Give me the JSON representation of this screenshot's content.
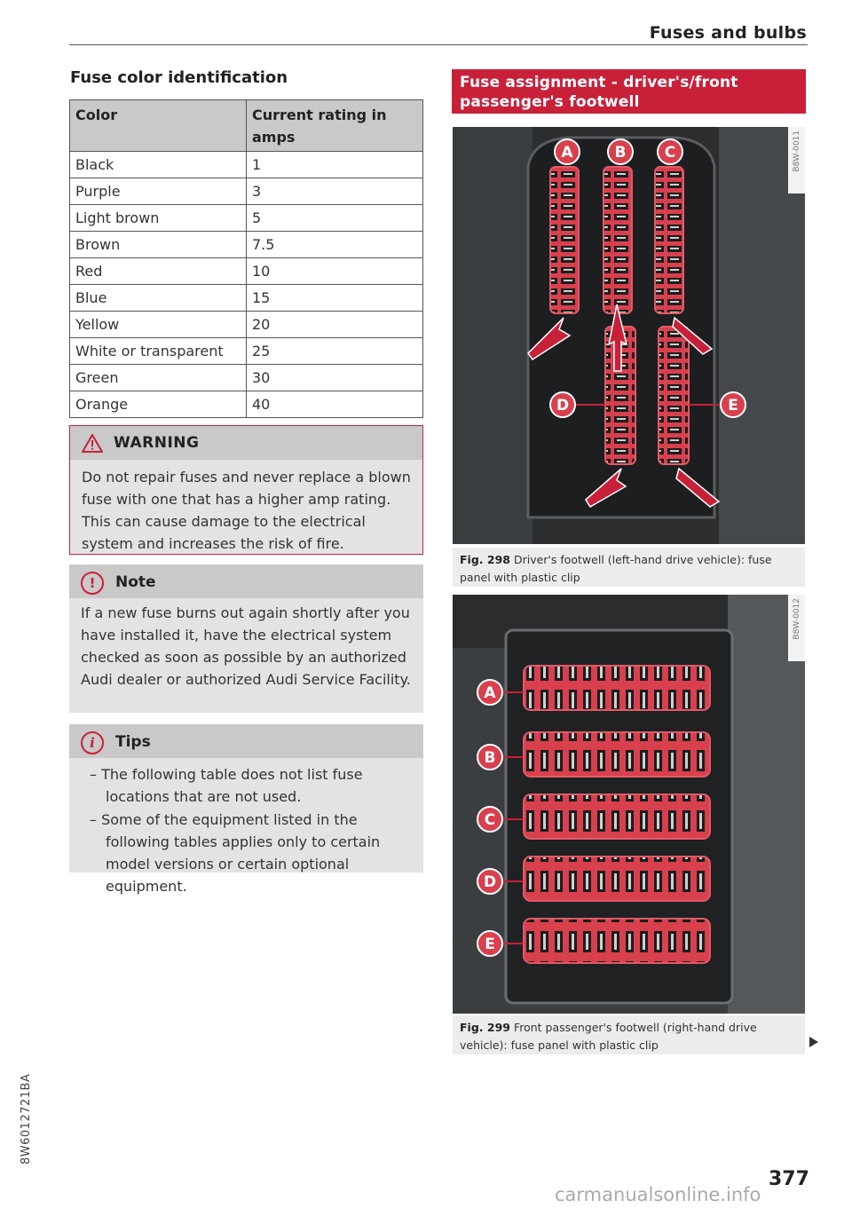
{
  "header": {
    "title": "Fuses and bulbs"
  },
  "left": {
    "section_title": "Fuse color identification",
    "table": {
      "headers": [
        "Color",
        "Current rating in amps"
      ],
      "rows": [
        [
          "Black",
          "1"
        ],
        [
          "Purple",
          "3"
        ],
        [
          "Light brown",
          "5"
        ],
        [
          "Brown",
          "7.5"
        ],
        [
          "Red",
          "10"
        ],
        [
          "Blue",
          "15"
        ],
        [
          "Yellow",
          "20"
        ],
        [
          "White or transparent",
          "25"
        ],
        [
          "Green",
          "30"
        ],
        [
          "Orange",
          "40"
        ]
      ]
    },
    "warning": {
      "title": "WARNING",
      "text": "Do not repair fuses and never replace a blown fuse with one that has a higher amp rating. This can cause damage to the electrical system and increases the risk of fire."
    },
    "note": {
      "icon": "!",
      "title": "Note",
      "text": "If a new fuse burns out again shortly after you have installed it, have the electrical system checked as soon as possible by an authorized Audi dealer or authorized Audi Service Facility."
    },
    "tips": {
      "icon": "i",
      "title": "Tips",
      "items": [
        "– The following table does not list fuse locations that are not used.",
        "– Some of the equipment listed in the following tables applies only to certain model versions or certain optional equipment."
      ]
    }
  },
  "right": {
    "banner": "Fuse assignment - driver's/front passenger's footwell",
    "fig1": {
      "code": "B8W-0011",
      "labels": [
        "A",
        "B",
        "C",
        "D",
        "E"
      ],
      "caption_num": "Fig. 298",
      "caption_text": "Driver's footwell (left-hand drive vehicle): fuse panel with plastic clip"
    },
    "fig2": {
      "code": "B8W-0012",
      "labels": [
        "A",
        "B",
        "C",
        "D",
        "E"
      ],
      "caption_num": "Fig. 299",
      "caption_text": "Front passenger's footwell (right-hand drive vehicle): fuse panel with plastic clip"
    }
  },
  "footer": {
    "side_code": "8W6012721BA",
    "page_number": "377",
    "watermark": "carmanualsonline.info"
  },
  "colors": {
    "accent_red": "#c9203a",
    "box_gray": "#e3e3e3",
    "head_gray": "#c9c9c9"
  }
}
